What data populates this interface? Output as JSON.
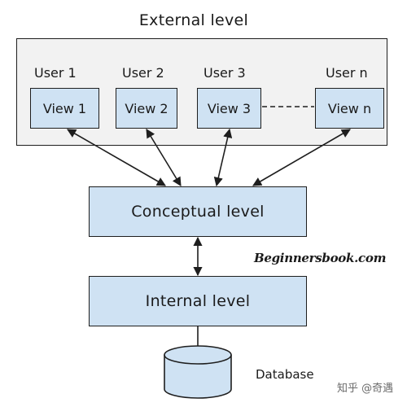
{
  "diagram": {
    "external_title": "External level",
    "users": [
      {
        "label": "User 1",
        "view": "View 1"
      },
      {
        "label": "User 2",
        "view": "View 2"
      },
      {
        "label": "User 3",
        "view": "View 3"
      },
      {
        "label": "User n",
        "view": "View n"
      }
    ],
    "conceptual_label": "Conceptual level",
    "internal_label": "Internal level",
    "database_label": "Database",
    "watermark": "Beginnersbook.com",
    "corner_mark": "知乎 @奇遇"
  },
  "colors": {
    "box_fill": "#cfe2f3",
    "panel_fill": "#f2f2f2",
    "stroke": "#1e1e1e"
  }
}
